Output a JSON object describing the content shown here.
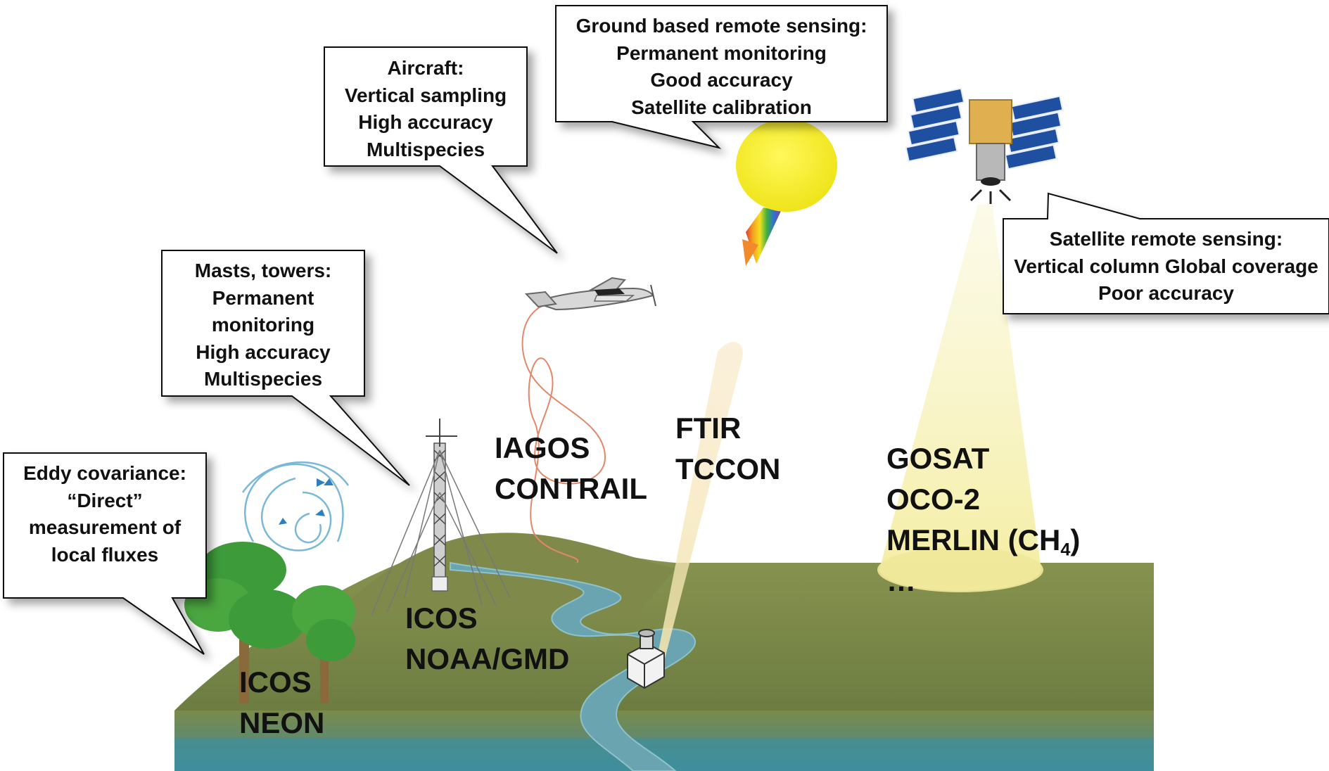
{
  "callouts": {
    "eddy": {
      "title": "Eddy covariance:",
      "lines": [
        "“Direct”",
        "measurement of",
        "local fluxes"
      ]
    },
    "masts": {
      "title": "Masts, towers:",
      "lines": [
        "Permanent",
        "monitoring",
        "High accuracy",
        "Multispecies"
      ]
    },
    "aircraft": {
      "title": "Aircraft:",
      "lines": [
        "Vertical sampling",
        "High accuracy",
        "Multispecies"
      ]
    },
    "ground": {
      "title": "Ground based remote sensing:",
      "lines": [
        "Permanent monitoring",
        "Good accuracy",
        "Satellite calibration"
      ]
    },
    "satellite": {
      "title": "Satellite remote sensing:",
      "lines": [
        "Vertical column Global coverage",
        "Poor accuracy"
      ]
    }
  },
  "labels": {
    "icos_neon": [
      "ICOS",
      "NEON"
    ],
    "icos_noaa": [
      "ICOS",
      "NOAA/GMD"
    ],
    "iagos": [
      "IAGOS",
      "CONTRAIL"
    ],
    "ftir": [
      "FTIR",
      "TCCON"
    ],
    "gosat": {
      "line1": "GOSAT",
      "line2": "OCO-2",
      "merlin_prefix": "MERLIN (CH",
      "merlin_sub": "4",
      "merlin_suffix": ")",
      "line4": "…"
    }
  },
  "colors": {
    "land": "#7d8a4a",
    "water": "#3f8f9e",
    "river": "#6aa4b0",
    "tree": "#3d9b3a",
    "sun": "#f3ec1c",
    "solar_panel": "#1f4fa0",
    "satellite_body": "#e0b050",
    "beam": "#f5f0b0",
    "flight_path": "#e2876a"
  },
  "icons": [
    "tree-icon",
    "tower-icon",
    "airplane-icon",
    "sun-icon",
    "satellite-icon",
    "spectrometer-icon",
    "eddy-swirl-icon"
  ]
}
